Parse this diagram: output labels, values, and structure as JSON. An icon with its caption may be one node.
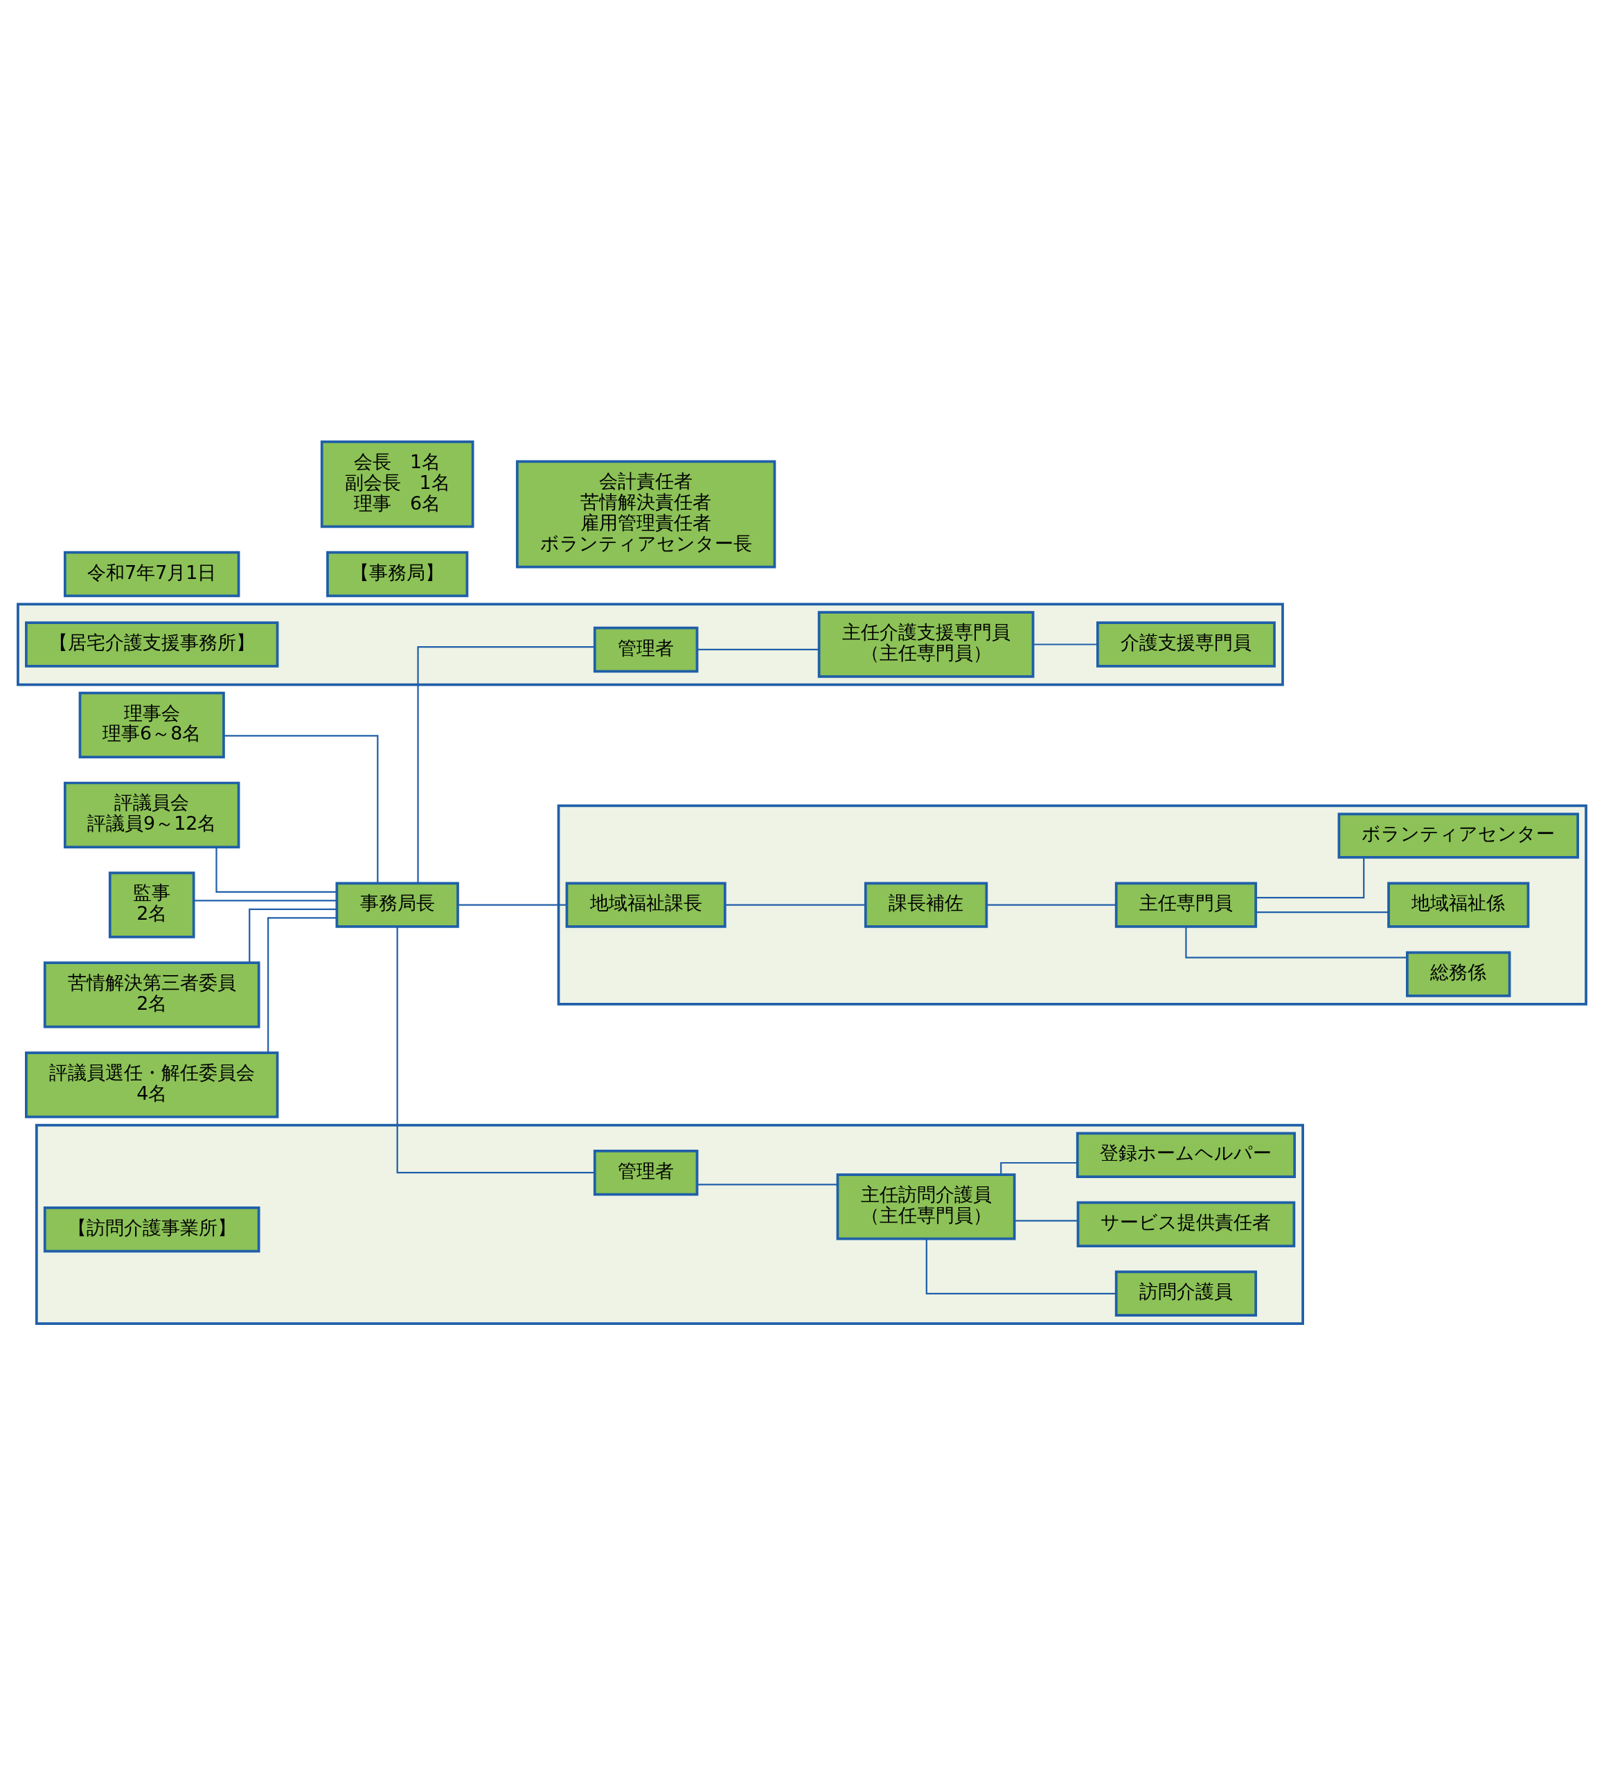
{
  "diagram": {
    "nodes": [
      {
        "text": [
          "【事務局】"
        ]
      },
      {
        "text": [
          "令和7年7月1日"
        ]
      },
      {
        "text": [
          "評議員会",
          "評議員9～12名"
        ]
      },
      {
        "text": [
          "理事会",
          "理事6～8名"
        ]
      },
      {
        "text": [
          "会長　1名",
          "副会長　1名",
          "理事　6名"
        ]
      },
      {
        "text": [
          "監事",
          "2名"
        ]
      },
      {
        "text": [
          "苦情解決第三者委員",
          "2名"
        ]
      },
      {
        "text": [
          "評議員選任・解任委員会",
          "4名"
        ]
      },
      {
        "text": [
          "事務局長"
        ]
      },
      {
        "text": [
          "会計責任者",
          "苦情解決責任者",
          "雇用管理責任者",
          "ボランティアセンター長"
        ]
      },
      {
        "text": [],
        "shape": "box"
      },
      {
        "text": [
          "地域福祉課長"
        ],
        "in": 10
      },
      {
        "text": [
          "課長補佐"
        ],
        "in": 10
      },
      {
        "text": [
          "主任専門員"
        ],
        "in": 10
      },
      {
        "text": [
          "総務係"
        ],
        "in": 10
      },
      {
        "text": [
          "地域福祉係"
        ],
        "in": 10
      },
      {
        "text": [
          "ボランティアセンター"
        ],
        "in": 10
      },
      {
        "text": [],
        "shape": "box"
      },
      {
        "text": [
          "【居宅介護支援事務所】"
        ],
        "in": 17
      },
      {
        "text": [
          "管理者"
        ],
        "in": 17
      },
      {
        "text": [
          "主任介護支援専門員",
          "（主任専門員）"
        ],
        "in": 17
      },
      {
        "text": [
          "介護支援専門員"
        ],
        "in": 17
      },
      {
        "text": [],
        "shape": "box"
      },
      {
        "text": [
          "【訪問介護事業所】"
        ],
        "in": 22
      },
      {
        "text": [
          "管理者"
        ],
        "in": 22
      },
      {
        "text": [
          "主任訪問介護員",
          "（主任専門員）"
        ],
        "in": 22
      },
      {
        "text": [
          "訪問介護員"
        ],
        "in": 22
      },
      {
        "text": [
          "サービス提供責任者"
        ],
        "in": 22
      },
      {
        "text": [
          "登録ホームヘルパー"
        ],
        "in": 22
      }
    ],
    "edges": [
      {
        "from": 2,
        "to": 8,
        "arrow": "none"
      },
      {
        "from": 3,
        "to": 8,
        "arrow": "none"
      },
      {
        "from": 5,
        "to": 8,
        "arrow": "none"
      },
      {
        "from": 6,
        "to": 8,
        "arrow": "none"
      },
      {
        "from": 7,
        "to": 8,
        "arrow": "none"
      },
      {
        "from": 8,
        "to": 11,
        "arrow": "none"
      },
      {
        "from": 8,
        "to": 19,
        "arrow": "none"
      },
      {
        "from": 8,
        "to": 24,
        "arrow": "none"
      },
      {
        "from": 11,
        "to": 12,
        "arrow": "none"
      },
      {
        "from": 12,
        "to": 13,
        "arrow": "none"
      },
      {
        "from": 13,
        "to": 14,
        "arrow": "none"
      },
      {
        "from": 13,
        "to": 15,
        "arrow": "none"
      },
      {
        "from": 13,
        "to": 16,
        "arrow": "none"
      },
      {
        "from": 19,
        "to": 20,
        "arrow": "none"
      },
      {
        "from": 20,
        "to": 21,
        "arrow": "none"
      },
      {
        "from": 24,
        "to": 25,
        "arrow": "none"
      },
      {
        "from": 25,
        "to": 26,
        "arrow": "none"
      },
      {
        "from": 25,
        "to": 27,
        "arrow": "none"
      },
      {
        "from": 25,
        "to": 28,
        "arrow": "none"
      }
    ]
  }
}
